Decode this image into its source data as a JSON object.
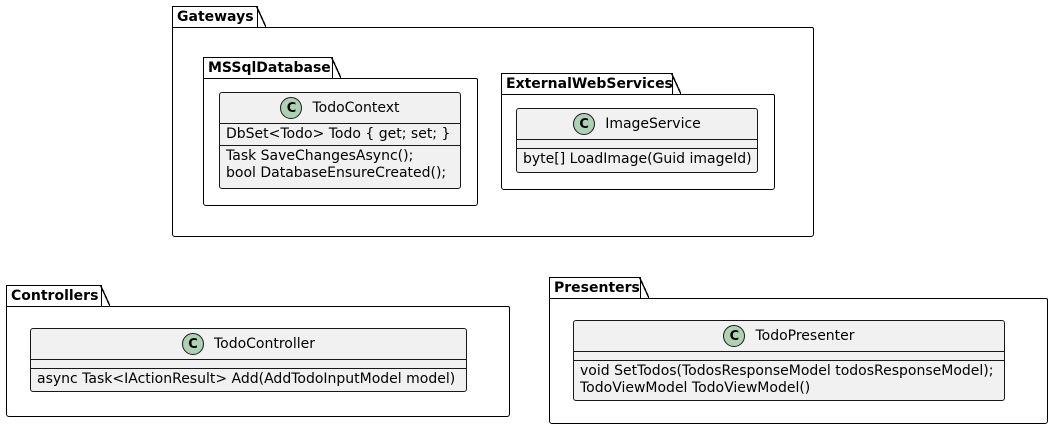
{
  "packages": {
    "gateways": {
      "label": "Gateways"
    },
    "mssql": {
      "label": "MSSqlDatabase"
    },
    "external": {
      "label": "ExternalWebServices"
    },
    "controllers": {
      "label": "Controllers"
    },
    "presenters": {
      "label": "Presenters"
    }
  },
  "classes": {
    "todo_context": {
      "icon": "C",
      "name": "TodoContext",
      "fields": [
        "DbSet<Todo> Todo { get; set; }"
      ],
      "methods": [
        "Task SaveChangesAsync();",
        "bool DatabaseEnsureCreated();"
      ]
    },
    "image_service": {
      "icon": "C",
      "name": "ImageService",
      "fields": [],
      "methods": [
        "byte[] LoadImage(Guid imageId)"
      ]
    },
    "todo_controller": {
      "icon": "C",
      "name": "TodoController",
      "fields": [],
      "methods": [
        "async Task<IActionResult> Add(AddTodoInputModel model)"
      ]
    },
    "todo_presenter": {
      "icon": "C",
      "name": "TodoPresenter",
      "fields": [],
      "methods": [
        "void SetTodos(TodosResponseModel todosResponseModel);",
        "TodoViewModel TodoViewModel()"
      ]
    }
  },
  "colors": {
    "class_fill": "#f1f1f1",
    "class_icon_fill": "#add1b2",
    "border": "#181818"
  }
}
